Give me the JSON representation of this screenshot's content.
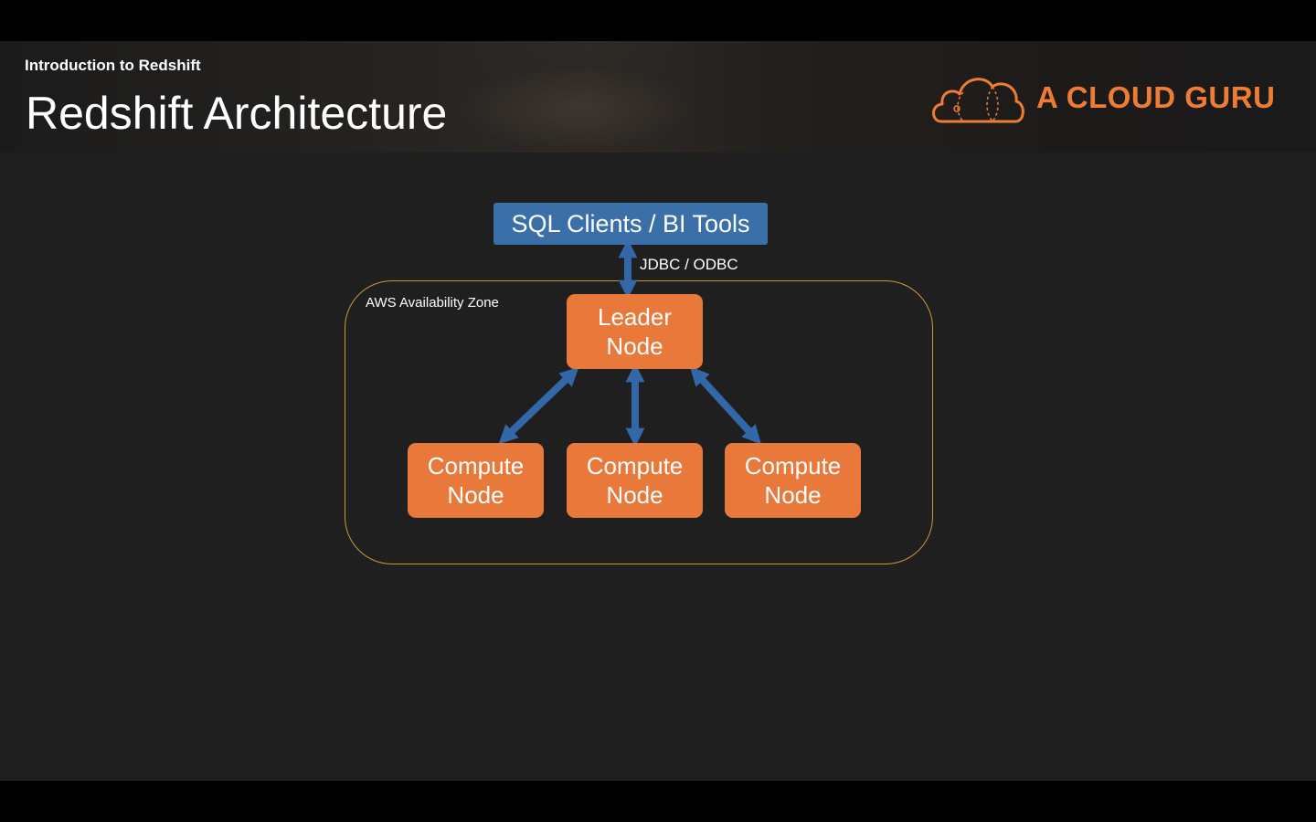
{
  "header": {
    "subtitle": "Introduction to Redshift",
    "title": "Redshift Architecture",
    "logo_text": "A CLOUD GURU"
  },
  "diagram": {
    "client": "SQL Clients / BI Tools",
    "connection_label": "JDBC / ODBC",
    "zone_label": "AWS Availability Zone",
    "leader": {
      "line1": "Leader",
      "line2": "Node"
    },
    "compute_nodes": [
      {
        "line1": "Compute",
        "line2": "Node"
      },
      {
        "line1": "Compute",
        "line2": "Node"
      },
      {
        "line1": "Compute",
        "line2": "Node"
      }
    ]
  },
  "colors": {
    "background": "#1f1f1f",
    "node_orange": "#e8793a",
    "client_blue": "#3a6fa8",
    "arrow_blue": "#3368a8",
    "zone_border": "#c9973a",
    "brand_orange": "#ef7c35"
  }
}
